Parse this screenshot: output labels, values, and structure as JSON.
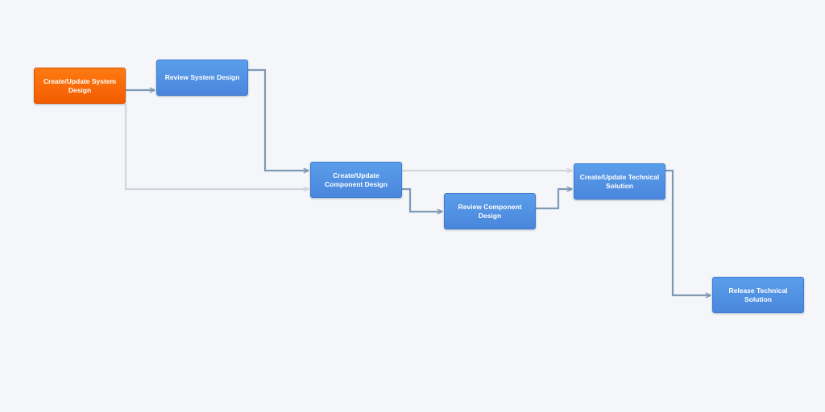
{
  "colors": {
    "background": "#f4f6fa",
    "node_blue": "#4a86dc",
    "node_orange": "#f25c00",
    "edge_primary": "#7f9ab5",
    "edge_secondary": "#d1d6dd"
  },
  "nodes": {
    "create_system": {
      "label": "Create/Update System Design",
      "style": "orange"
    },
    "review_system": {
      "label": "Review System Design",
      "style": "blue"
    },
    "create_component": {
      "label": "Create/Update Component Design",
      "style": "blue"
    },
    "review_component": {
      "label": "Review Component Design",
      "style": "blue"
    },
    "create_technical": {
      "label": "Create/Update Technical Solution",
      "style": "blue"
    },
    "release_technical": {
      "label": "Release Technical Solution",
      "style": "blue"
    }
  },
  "edges": [
    {
      "from": "create_system",
      "to": "review_system",
      "style": "primary"
    },
    {
      "from": "review_system",
      "to": "create_component",
      "style": "primary"
    },
    {
      "from": "create_system",
      "to": "create_component",
      "style": "secondary"
    },
    {
      "from": "create_component",
      "to": "review_component",
      "style": "primary"
    },
    {
      "from": "create_component",
      "to": "create_technical",
      "style": "secondary"
    },
    {
      "from": "review_component",
      "to": "create_technical",
      "style": "primary"
    },
    {
      "from": "create_technical",
      "to": "release_technical",
      "style": "primary"
    }
  ]
}
